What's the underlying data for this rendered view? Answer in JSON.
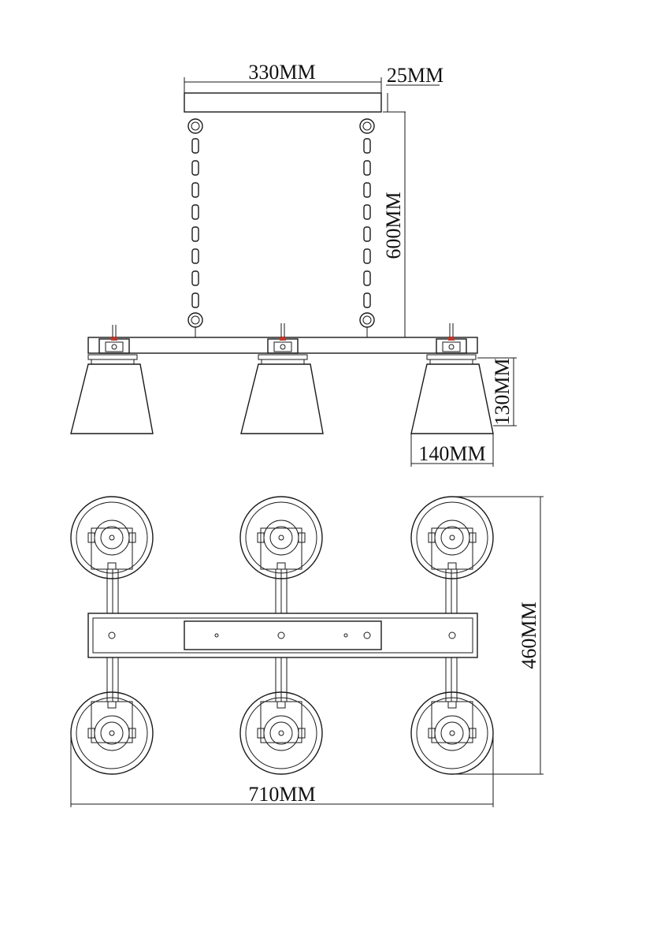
{
  "dimensions": {
    "canopy_width": "330MM",
    "canopy_height": "25MM",
    "chain_length": "600MM",
    "shade_height": "130MM",
    "shade_width": "140MM",
    "fixture_depth": "460MM",
    "fixture_length": "710MM"
  },
  "colors": {
    "line": "#1a1a1a",
    "accent": "#c0392b",
    "background": "#ffffff"
  }
}
